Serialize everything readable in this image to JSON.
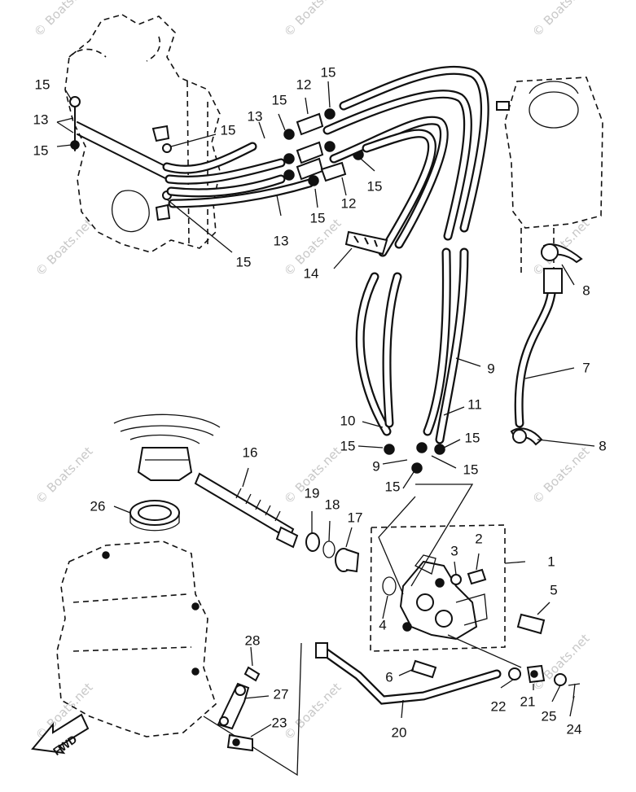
{
  "watermark": {
    "text": "© Boats.net"
  },
  "fwd_label": "FWD",
  "callouts": [
    {
      "id": "c1",
      "label": "1"
    },
    {
      "id": "c2",
      "label": "2"
    },
    {
      "id": "c3",
      "label": "3"
    },
    {
      "id": "c4",
      "label": "4"
    },
    {
      "id": "c5",
      "label": "5"
    },
    {
      "id": "c6",
      "label": "6"
    },
    {
      "id": "c7",
      "label": "7"
    },
    {
      "id": "c8a",
      "label": "8"
    },
    {
      "id": "c8b",
      "label": "8"
    },
    {
      "id": "c9a",
      "label": "9"
    },
    {
      "id": "c9b",
      "label": "9"
    },
    {
      "id": "c10",
      "label": "10"
    },
    {
      "id": "c11",
      "label": "11"
    },
    {
      "id": "c12a",
      "label": "12"
    },
    {
      "id": "c12b",
      "label": "12"
    },
    {
      "id": "c13a",
      "label": "13"
    },
    {
      "id": "c13b",
      "label": "13"
    },
    {
      "id": "c13c",
      "label": "13"
    },
    {
      "id": "c14",
      "label": "14"
    },
    {
      "id": "c15a",
      "label": "15"
    },
    {
      "id": "c15b",
      "label": "15"
    },
    {
      "id": "c15c",
      "label": "15"
    },
    {
      "id": "c15d",
      "label": "15"
    },
    {
      "id": "c15e",
      "label": "15"
    },
    {
      "id": "c15f",
      "label": "15"
    },
    {
      "id": "c15g",
      "label": "15"
    },
    {
      "id": "c15h",
      "label": "15"
    },
    {
      "id": "c15i",
      "label": "15"
    },
    {
      "id": "c15j",
      "label": "15"
    },
    {
      "id": "c15k",
      "label": "15"
    },
    {
      "id": "c15l",
      "label": "15"
    },
    {
      "id": "c16",
      "label": "16"
    },
    {
      "id": "c17",
      "label": "17"
    },
    {
      "id": "c18",
      "label": "18"
    },
    {
      "id": "c19",
      "label": "19"
    },
    {
      "id": "c20",
      "label": "20"
    },
    {
      "id": "c21",
      "label": "21"
    },
    {
      "id": "c22",
      "label": "22"
    },
    {
      "id": "c23",
      "label": "23"
    },
    {
      "id": "c24",
      "label": "24"
    },
    {
      "id": "c25",
      "label": "25"
    },
    {
      "id": "c26",
      "label": "26"
    },
    {
      "id": "c27",
      "label": "27"
    },
    {
      "id": "c28",
      "label": "28"
    }
  ]
}
